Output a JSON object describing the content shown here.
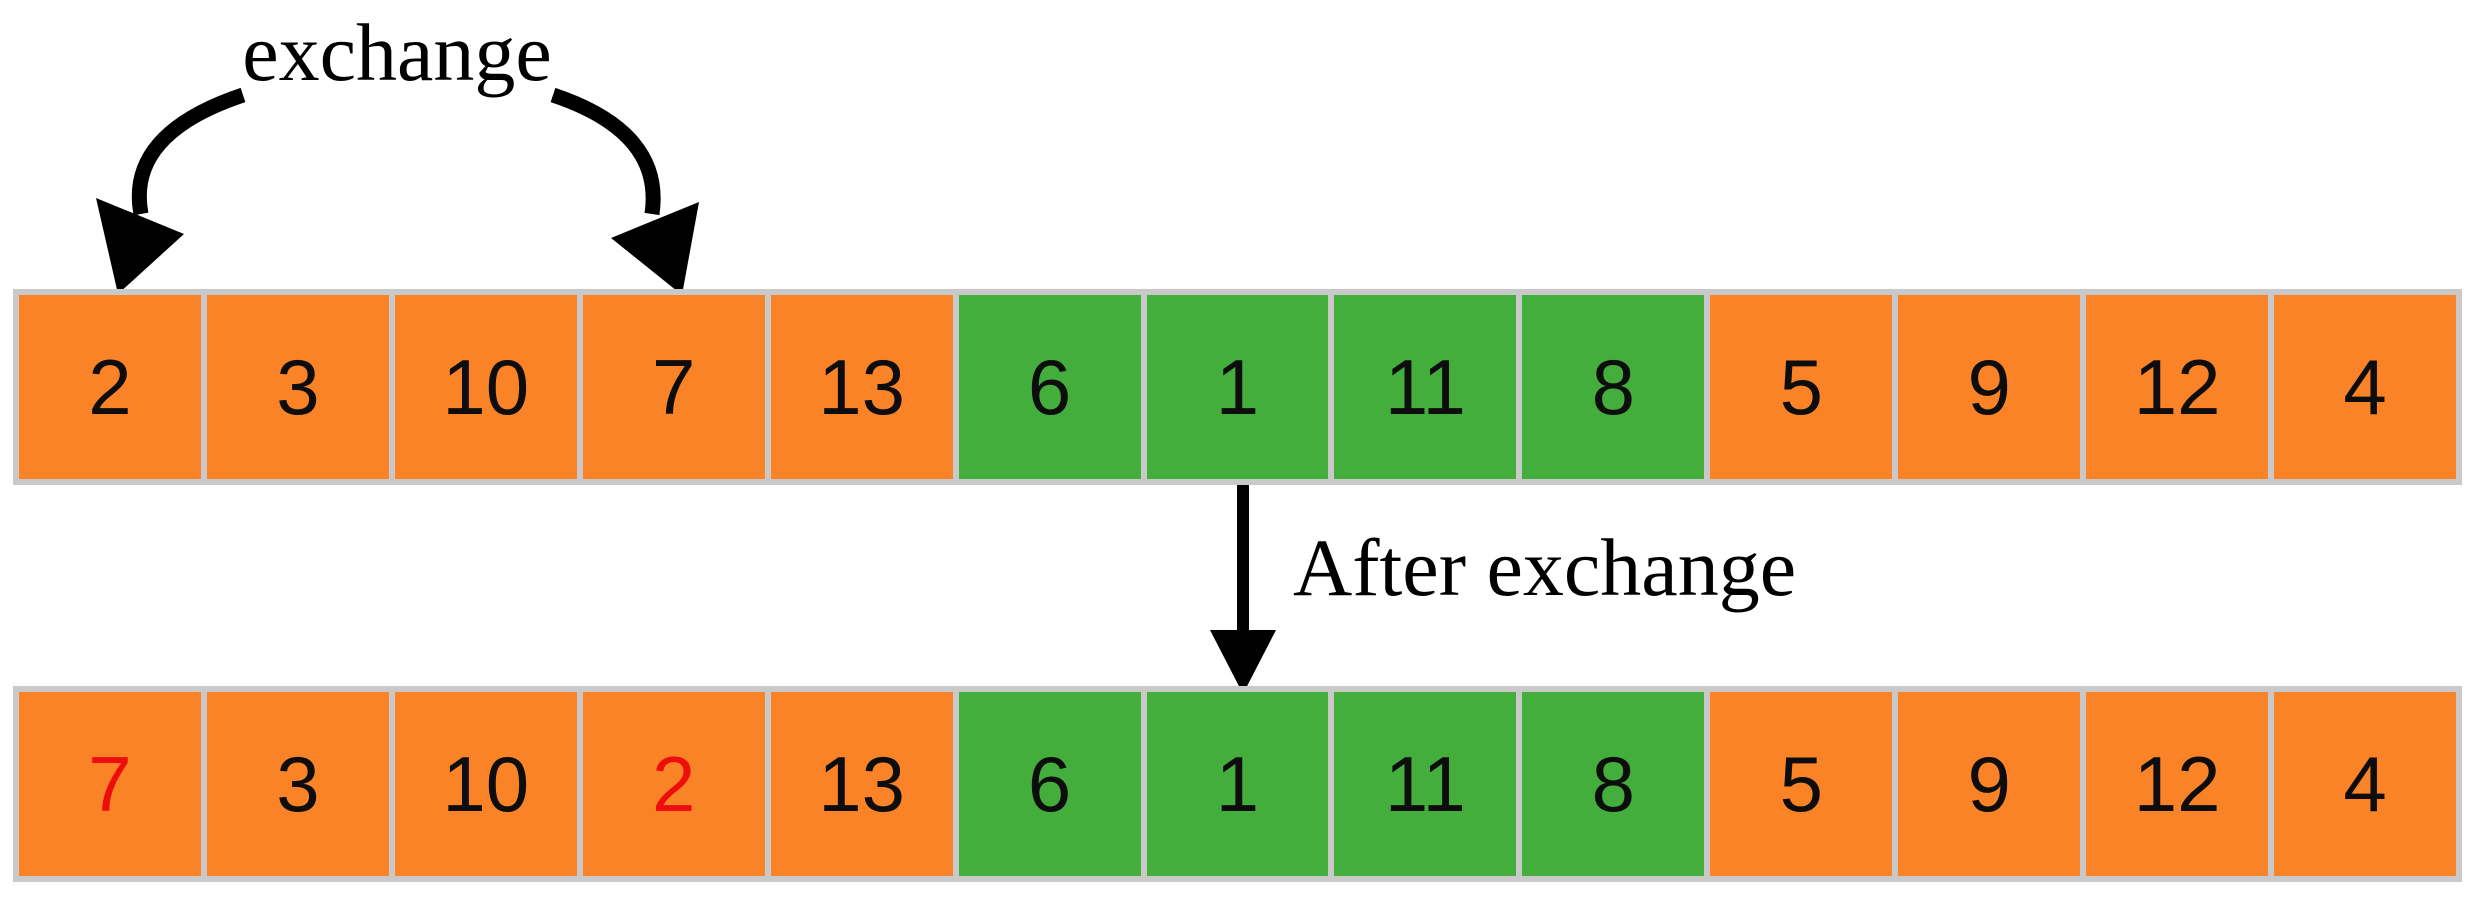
{
  "labels": {
    "exchange": "exchange",
    "after_exchange": "After exchange"
  },
  "colors": {
    "orange": "#fb8327",
    "green": "#43ae3c",
    "black": "#0d0d0d",
    "red": "#ee0d0d",
    "grid": "#c9c9c9",
    "arrow": "#000000"
  },
  "icons": {
    "exchange_arrow_left": "curved-arrow-down-left",
    "exchange_arrow_right": "curved-arrow-down-right",
    "after_exchange_arrow": "arrow-down"
  },
  "diagram": {
    "rows": [
      {
        "name": "before-exchange",
        "cells": [
          {
            "value": "2",
            "bg": "orange",
            "fg": "black"
          },
          {
            "value": "3",
            "bg": "orange",
            "fg": "black"
          },
          {
            "value": "10",
            "bg": "orange",
            "fg": "black"
          },
          {
            "value": "7",
            "bg": "orange",
            "fg": "black"
          },
          {
            "value": "13",
            "bg": "orange",
            "fg": "black"
          },
          {
            "value": "6",
            "bg": "green",
            "fg": "black"
          },
          {
            "value": "1",
            "bg": "green",
            "fg": "black"
          },
          {
            "value": "11",
            "bg": "green",
            "fg": "black"
          },
          {
            "value": "8",
            "bg": "green",
            "fg": "black"
          },
          {
            "value": "5",
            "bg": "orange",
            "fg": "black"
          },
          {
            "value": "9",
            "bg": "orange",
            "fg": "black"
          },
          {
            "value": "12",
            "bg": "orange",
            "fg": "black"
          },
          {
            "value": "4",
            "bg": "orange",
            "fg": "black"
          }
        ]
      },
      {
        "name": "after-exchange",
        "cells": [
          {
            "value": "7",
            "bg": "orange",
            "fg": "red"
          },
          {
            "value": "3",
            "bg": "orange",
            "fg": "black"
          },
          {
            "value": "10",
            "bg": "orange",
            "fg": "black"
          },
          {
            "value": "2",
            "bg": "orange",
            "fg": "red"
          },
          {
            "value": "13",
            "bg": "orange",
            "fg": "black"
          },
          {
            "value": "6",
            "bg": "green",
            "fg": "black"
          },
          {
            "value": "1",
            "bg": "green",
            "fg": "black"
          },
          {
            "value": "11",
            "bg": "green",
            "fg": "black"
          },
          {
            "value": "8",
            "bg": "green",
            "fg": "black"
          },
          {
            "value": "5",
            "bg": "orange",
            "fg": "black"
          },
          {
            "value": "9",
            "bg": "orange",
            "fg": "black"
          },
          {
            "value": "12",
            "bg": "orange",
            "fg": "black"
          },
          {
            "value": "4",
            "bg": "orange",
            "fg": "black"
          }
        ]
      }
    ]
  }
}
